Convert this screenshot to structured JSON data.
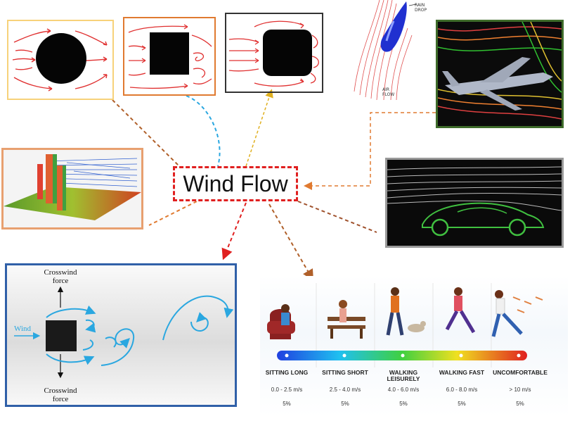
{
  "title": "Wind Flow",
  "crosswind": {
    "top_label": "Crosswind force",
    "bottom_label": "Crosswind force",
    "wind_label": "Wind"
  },
  "raindrop": {
    "drop_label": "RAIN DROP",
    "air_label": "AIR FLOW"
  },
  "comfort": {
    "categories": [
      {
        "label": "SITTING LONG",
        "speed": "0.0 - 2.5 m/s",
        "pct": "5%"
      },
      {
        "label": "SITTING SHORT",
        "speed": "2.5 - 4.0 m/s",
        "pct": "5%"
      },
      {
        "label": "WALKING LEISURELY",
        "speed": "4.0 - 6.0 m/s",
        "pct": "5%"
      },
      {
        "label": "WALKING FAST",
        "speed": "6.0 - 8.0 m/s",
        "pct": "5%"
      },
      {
        "label": "UNCOMFORTABLE",
        "speed": "> 10 m/s",
        "pct": "5%"
      }
    ]
  },
  "colors": {
    "title_border": "#e02020",
    "circle_panel_border": "#f7d27a",
    "square_panel_border": "#e07a30",
    "rounded_panel_border": "#333333",
    "airplane_panel_border": "#3e6b2a",
    "car_panel_border": "#999999",
    "cfd_panel_border": "#e8a070",
    "crosswind_panel_border": "#3060a8",
    "flow_arrows": "#e03030",
    "crosswind_arrows": "#2aa7e0"
  }
}
